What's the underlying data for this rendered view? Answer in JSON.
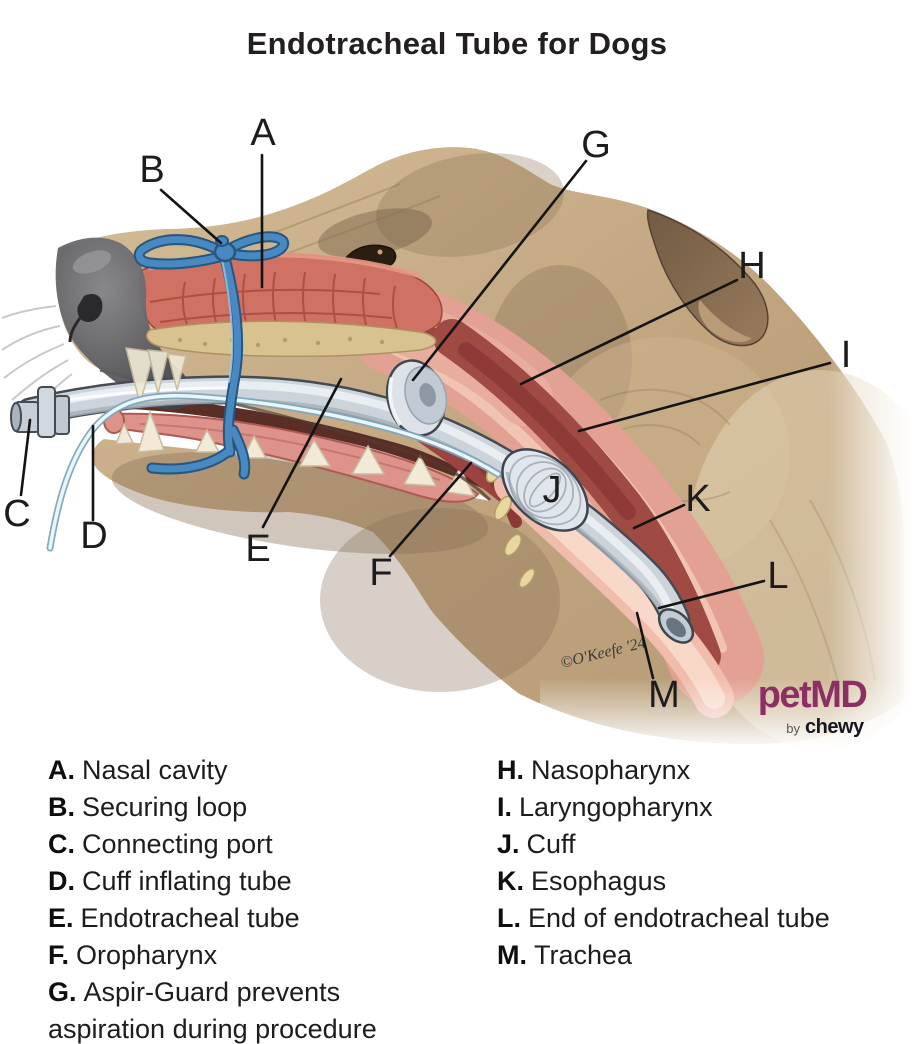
{
  "title": "Endotracheal Tube for Dogs",
  "diagram": {
    "letters": [
      "A",
      "B",
      "C",
      "D",
      "E",
      "F",
      "G",
      "H",
      "I",
      "J",
      "K",
      "L",
      "M"
    ],
    "signature": "©O'Keefe '24"
  },
  "legend": {
    "left": [
      {
        "letter": "A.",
        "text": "Nasal cavity"
      },
      {
        "letter": "B.",
        "text": "Securing loop"
      },
      {
        "letter": "C.",
        "text": "Connecting port"
      },
      {
        "letter": "D.",
        "text": "Cuff inflating tube"
      },
      {
        "letter": "E.",
        "text": "Endotracheal tube"
      },
      {
        "letter": "F.",
        "text": "Oropharynx"
      },
      {
        "letter": "G.",
        "text": "Aspir-Guard prevents aspiration during procedure"
      }
    ],
    "right": [
      {
        "letter": "H.",
        "text": "Nasopharynx"
      },
      {
        "letter": "I.",
        "text": "Laryngopharynx"
      },
      {
        "letter": "J.",
        "text": "Cuff"
      },
      {
        "letter": "K.",
        "text": "Esophagus"
      },
      {
        "letter": "L.",
        "text": "End of endotracheal tube"
      },
      {
        "letter": "M.",
        "text": "Trachea"
      }
    ]
  },
  "branding": {
    "logo": "petMD",
    "byline_prefix": "by",
    "byline_brand": "chewy",
    "logo_color": "#8c2f63"
  },
  "colors": {
    "leader_line": "#141414",
    "label_text": "#1c1c1c",
    "fur_tan": "#c0a47e",
    "airway_salmon": "#e2a192",
    "airway_dark_red": "#a04a44",
    "tube_grey": "#ccd3da",
    "loop_blue": "#4789c0"
  }
}
